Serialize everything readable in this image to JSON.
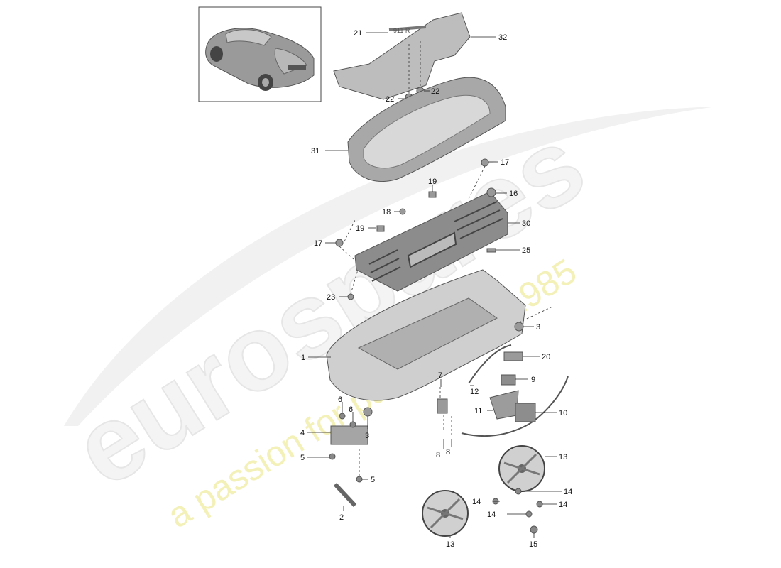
{
  "watermark": {
    "brand": "eurospares",
    "tagline": "a passion for parts since 1985"
  },
  "callouts": [
    {
      "id": "c21",
      "label": "21"
    },
    {
      "id": "c32",
      "label": "32"
    },
    {
      "id": "c22a",
      "label": "22"
    },
    {
      "id": "c22b",
      "label": "22"
    },
    {
      "id": "c31",
      "label": "31"
    },
    {
      "id": "c17a",
      "label": "17"
    },
    {
      "id": "c16",
      "label": "16"
    },
    {
      "id": "c19a",
      "label": "19"
    },
    {
      "id": "c18",
      "label": "18"
    },
    {
      "id": "c19b",
      "label": "19"
    },
    {
      "id": "c30",
      "label": "30"
    },
    {
      "id": "c17b",
      "label": "17"
    },
    {
      "id": "c25",
      "label": "25"
    },
    {
      "id": "c23",
      "label": "23"
    },
    {
      "id": "c3a",
      "label": "3"
    },
    {
      "id": "c1",
      "label": "1"
    },
    {
      "id": "c20",
      "label": "20"
    },
    {
      "id": "c7",
      "label": "7"
    },
    {
      "id": "c9",
      "label": "9"
    },
    {
      "id": "c12",
      "label": "12"
    },
    {
      "id": "c6a",
      "label": "6"
    },
    {
      "id": "c6b",
      "label": "6"
    },
    {
      "id": "c11",
      "label": "11"
    },
    {
      "id": "c10",
      "label": "10"
    },
    {
      "id": "c4",
      "label": "4"
    },
    {
      "id": "c3b",
      "label": "3"
    },
    {
      "id": "c8a",
      "label": "8"
    },
    {
      "id": "c8b",
      "label": "8"
    },
    {
      "id": "c13a",
      "label": "13"
    },
    {
      "id": "c5a",
      "label": "5"
    },
    {
      "id": "c5b",
      "label": "5"
    },
    {
      "id": "c14a",
      "label": "14"
    },
    {
      "id": "c14b",
      "label": "14"
    },
    {
      "id": "c14c",
      "label": "14"
    },
    {
      "id": "c14d",
      "label": "14"
    },
    {
      "id": "c2",
      "label": "2"
    },
    {
      "id": "c13b",
      "label": "13"
    },
    {
      "id": "c15",
      "label": "15"
    }
  ]
}
